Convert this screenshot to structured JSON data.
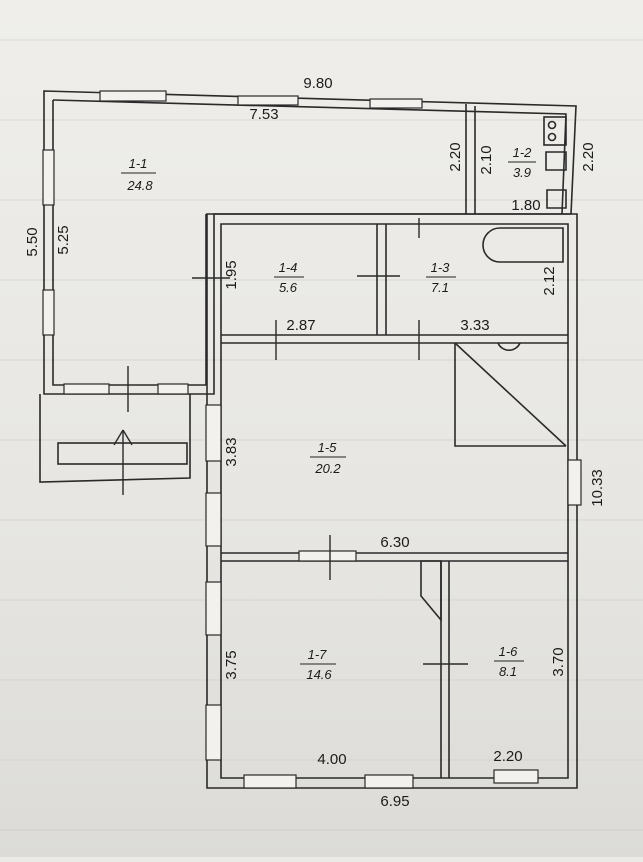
{
  "overall": {
    "top_width": "9.80",
    "left_height": "5.50",
    "right_height": "10.33",
    "bottom_width": "6.95"
  },
  "rooms": [
    {
      "id": "1-1",
      "area": "24.8"
    },
    {
      "id": "1-2",
      "area": "3.9"
    },
    {
      "id": "1-3",
      "area": "7.1"
    },
    {
      "id": "1-4",
      "area": "5.6"
    },
    {
      "id": "1-5",
      "area": "20.2"
    },
    {
      "id": "1-6",
      "area": "8.1"
    },
    {
      "id": "1-7",
      "area": "14.6"
    }
  ],
  "dims": {
    "r11_width": "7.53",
    "r11_height": "5.25",
    "r12_height_left": "2.20",
    "r12_height_inner": "2.10",
    "r12_height_right": "2.20",
    "r12_width": "1.80",
    "r14_height": "1.95",
    "r14_width": "2.87",
    "r13_height": "2.12",
    "r13_width": "3.33",
    "r15_height": "3.83",
    "r15_width": "6.30",
    "r17_height": "3.75",
    "r17_width": "4.00",
    "r16_height": "3.70",
    "r16_width": "2.20"
  }
}
